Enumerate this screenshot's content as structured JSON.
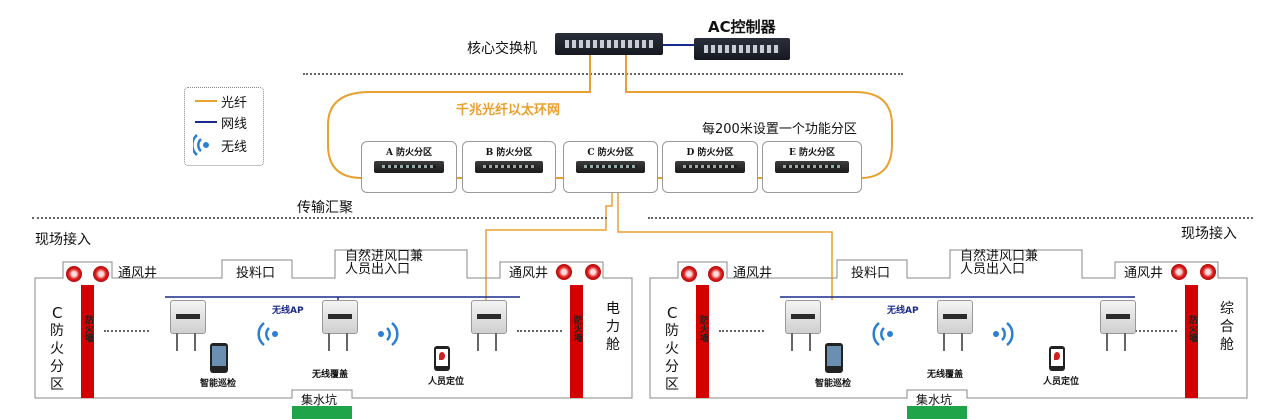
{
  "colors": {
    "fiber": "#e8a030",
    "network": "#1a2a8a",
    "wireless": "#2a7fd4",
    "fire_door": "#d40000",
    "sump": "#1fa44a"
  },
  "header": {
    "core_switch_label": "核心交换机",
    "ac_controller_label": "AC控制器"
  },
  "legend": {
    "fiber": "光纤",
    "network": "网线",
    "wireless": "无线",
    "wireless_icon": "wireless-signal-icon"
  },
  "ring": {
    "title": "千兆光纤以太环网",
    "note": "每200米设置一个功能分区",
    "zones": [
      "A 防火分区",
      "B 防火分区",
      "C 防火分区",
      "D 防火分区",
      "E 防火分区"
    ]
  },
  "transmission_label": "传输汇聚",
  "field_access_label": "现场接入",
  "tunnels": [
    {
      "shaft_left": "通风井",
      "feed_port": "投料口",
      "intake_line1": "自然进风口兼",
      "intake_line2": "人员出入口",
      "shaft_right": "通风井",
      "zone_label_c": "C",
      "zone_label_rest": "防火分区",
      "fire_door_text": "防火墙",
      "wireless_ap": "无线AP",
      "smart_patrol": "智能巡检",
      "wireless_coverage": "无线覆盖",
      "personnel_location": "人员定位",
      "sump": "集水坑",
      "cabin_label": "电力舱"
    },
    {
      "shaft_left": "通风井",
      "feed_port": "投料口",
      "intake_line1": "自然进风口兼",
      "intake_line2": "人员出入口",
      "shaft_right": "通风井",
      "zone_label_c": "C",
      "zone_label_rest": "防火分区",
      "fire_door_text": "防火墙",
      "wireless_ap": "无线AP",
      "smart_patrol": "智能巡检",
      "wireless_coverage": "无线覆盖",
      "personnel_location": "人员定位",
      "sump": "集水坑",
      "cabin_label": "综合舱"
    }
  ]
}
